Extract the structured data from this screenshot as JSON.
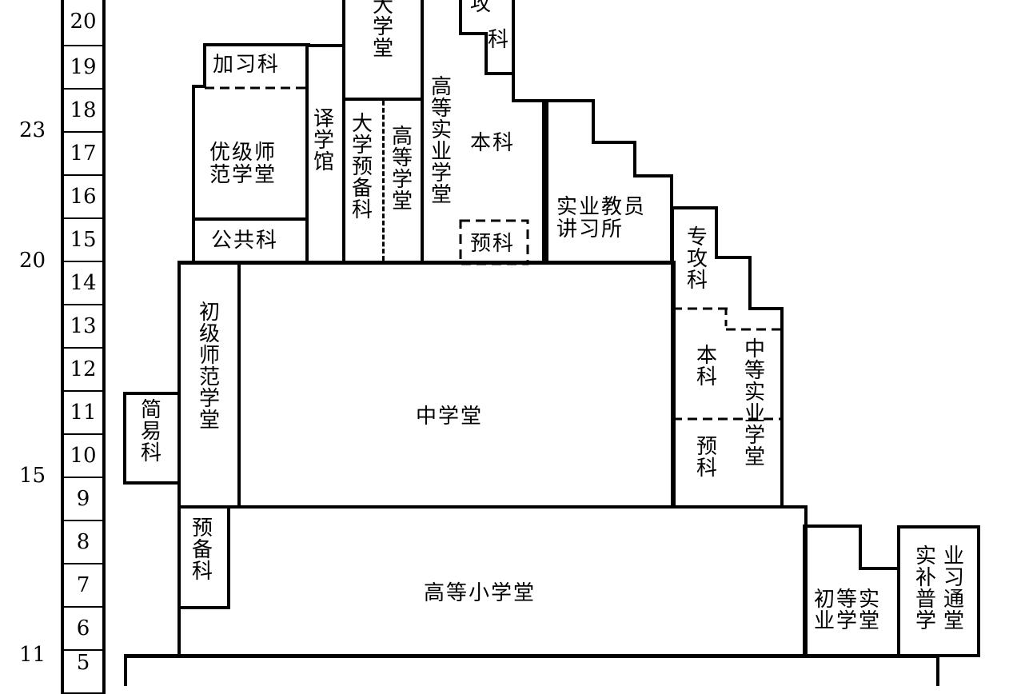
{
  "diagram": {
    "type": "school-system-chart",
    "grade_column": [
      "20",
      "19",
      "18",
      "17",
      "16",
      "15",
      "14",
      "13",
      "12",
      "11",
      "10",
      "9",
      "8",
      "7",
      "6",
      "5"
    ],
    "age_markers": [
      {
        "label": "23",
        "at_grade_between": "18-17"
      },
      {
        "label": "20",
        "at_grade_between": "15-14"
      },
      {
        "label": "15",
        "at_grade_between": "10-9"
      },
      {
        "label": "11",
        "at_grade_between": "6-5"
      }
    ],
    "blocks": {
      "university": "大学堂",
      "tongru": "攻科",
      "tongru_char_top": "攻",
      "tongru_char_bottom": "科",
      "university_prep": "大学预备科",
      "higher_school": "高等学堂",
      "higher_industrial": "高等实业学堂",
      "higher_industrial_main": "本科",
      "higher_industrial_prep": "预科",
      "industrial_teacher": "实业教员讲习所",
      "industrial_teacher_line1": "实业教员",
      "industrial_teacher_line2": "讲习所",
      "translation_school": "译学馆",
      "advanced_normal": "优级师范学堂",
      "advanced_normal_line1": "优级师",
      "advanced_normal_line2": "范学堂",
      "advanced_normal_extra": "加习科",
      "advanced_normal_common": "公共科",
      "junior_normal": "初级师范学堂",
      "simple_course": "简易科",
      "middle_school": "中学堂",
      "secondary_industrial": "中等实业学堂",
      "secondary_industrial_special": "专攻科",
      "secondary_industrial_main": "本科",
      "secondary_industrial_prep": "预科",
      "preparatory": "预备科",
      "higher_primary": "高等小学堂",
      "junior_industrial": "初等实业学堂",
      "junior_industrial_line1": "初等实",
      "junior_industrial_line2": "业学堂",
      "industrial_continuation": "实业补习普通学堂",
      "industrial_continuation_col1": "实补普学",
      "industrial_continuation_col2": "业习通堂"
    }
  }
}
